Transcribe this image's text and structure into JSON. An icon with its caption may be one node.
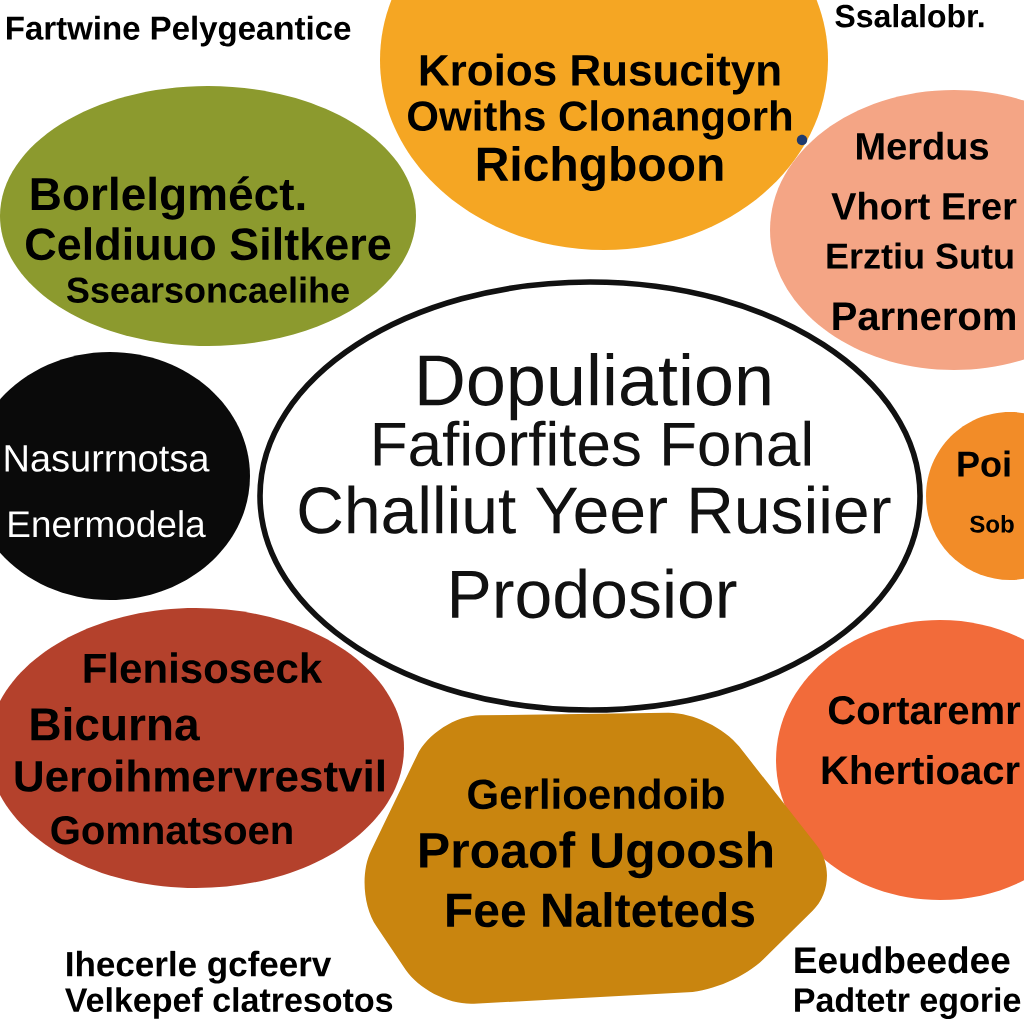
{
  "diagram": {
    "nodes": [
      {
        "text": [
          "Kroios Rusucityn",
          "Owiths Clonangorh",
          "Richgboon"
        ]
      },
      {
        "text": [
          "Borlelgméct.",
          "Celdiuuo Siltkere",
          "Ssearsoncaelihe"
        ]
      },
      {
        "text": [
          "Merdus",
          "Vhort Erer",
          "Erztiu Sutu",
          "Parnerom"
        ]
      },
      {
        "text": [
          "Nasurrnotsa",
          "Enermodela"
        ]
      },
      {
        "text": [
          "Dopuliation",
          "Fafiorfites Fonal",
          "Challiut Yeer Rusiier",
          "Prodosior"
        ]
      },
      {
        "text": [
          "Poi",
          "Sob"
        ]
      },
      {
        "text": [
          "Flenisoseck",
          "Bicurna",
          "Ueroihmervrestvil",
          "Gomnatsoen"
        ]
      },
      {
        "text": [
          "Cortaremr",
          "Khertioacr"
        ]
      },
      {
        "text": [
          "Gerlioendoib",
          "Proaof Ugoosh",
          "Fee Nalteteds"
        ]
      }
    ],
    "labels": [
      "Fartwine Pelygeantice",
      "Ssalalobr.",
      "Ihecerle gcfeerv",
      "Velkepef clatresotos",
      "Eeudbeedee",
      "Padtetr egorie"
    ]
  }
}
